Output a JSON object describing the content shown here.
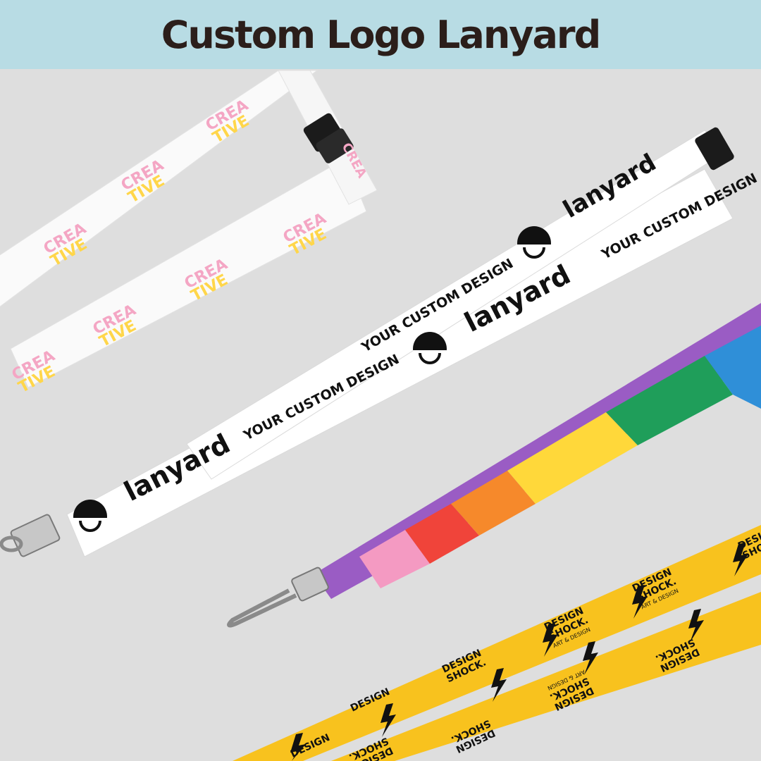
{
  "banner": {
    "title": "Custom Logo Lanyard",
    "background": "#b8dce4",
    "text_color": "#2b1e1a"
  },
  "lanyards": {
    "creative": {
      "strap_color": "#ffffff",
      "print_line_1": "CREA",
      "print_line_2": "TIVE",
      "print_colors": [
        "#f4a6c4",
        "#ffd64a",
        "#ff6b4a"
      ]
    },
    "white": {
      "strap_color": "#ffffff",
      "ink_color": "#111111",
      "brand_word": "lanyard",
      "slogan": "YOUR CUSTOM DESIGN",
      "logo_icon": "smile-circle-icon"
    },
    "rainbow": {
      "stripe_colors": [
        "#9a5cc4",
        "#f49ac2",
        "#f0443a",
        "#f6892b",
        "#ffd83a",
        "#1f9e5a",
        "#2f8fd8"
      ]
    },
    "yellow": {
      "strap_color": "#f8c21e",
      "ink_color": "#111111",
      "brand_line_1": "DESIGN",
      "brand_line_2": "SHOCK.",
      "brand_tagline": "ART & DESIGN",
      "logo_icon": "lightning-bolt-icon"
    }
  }
}
